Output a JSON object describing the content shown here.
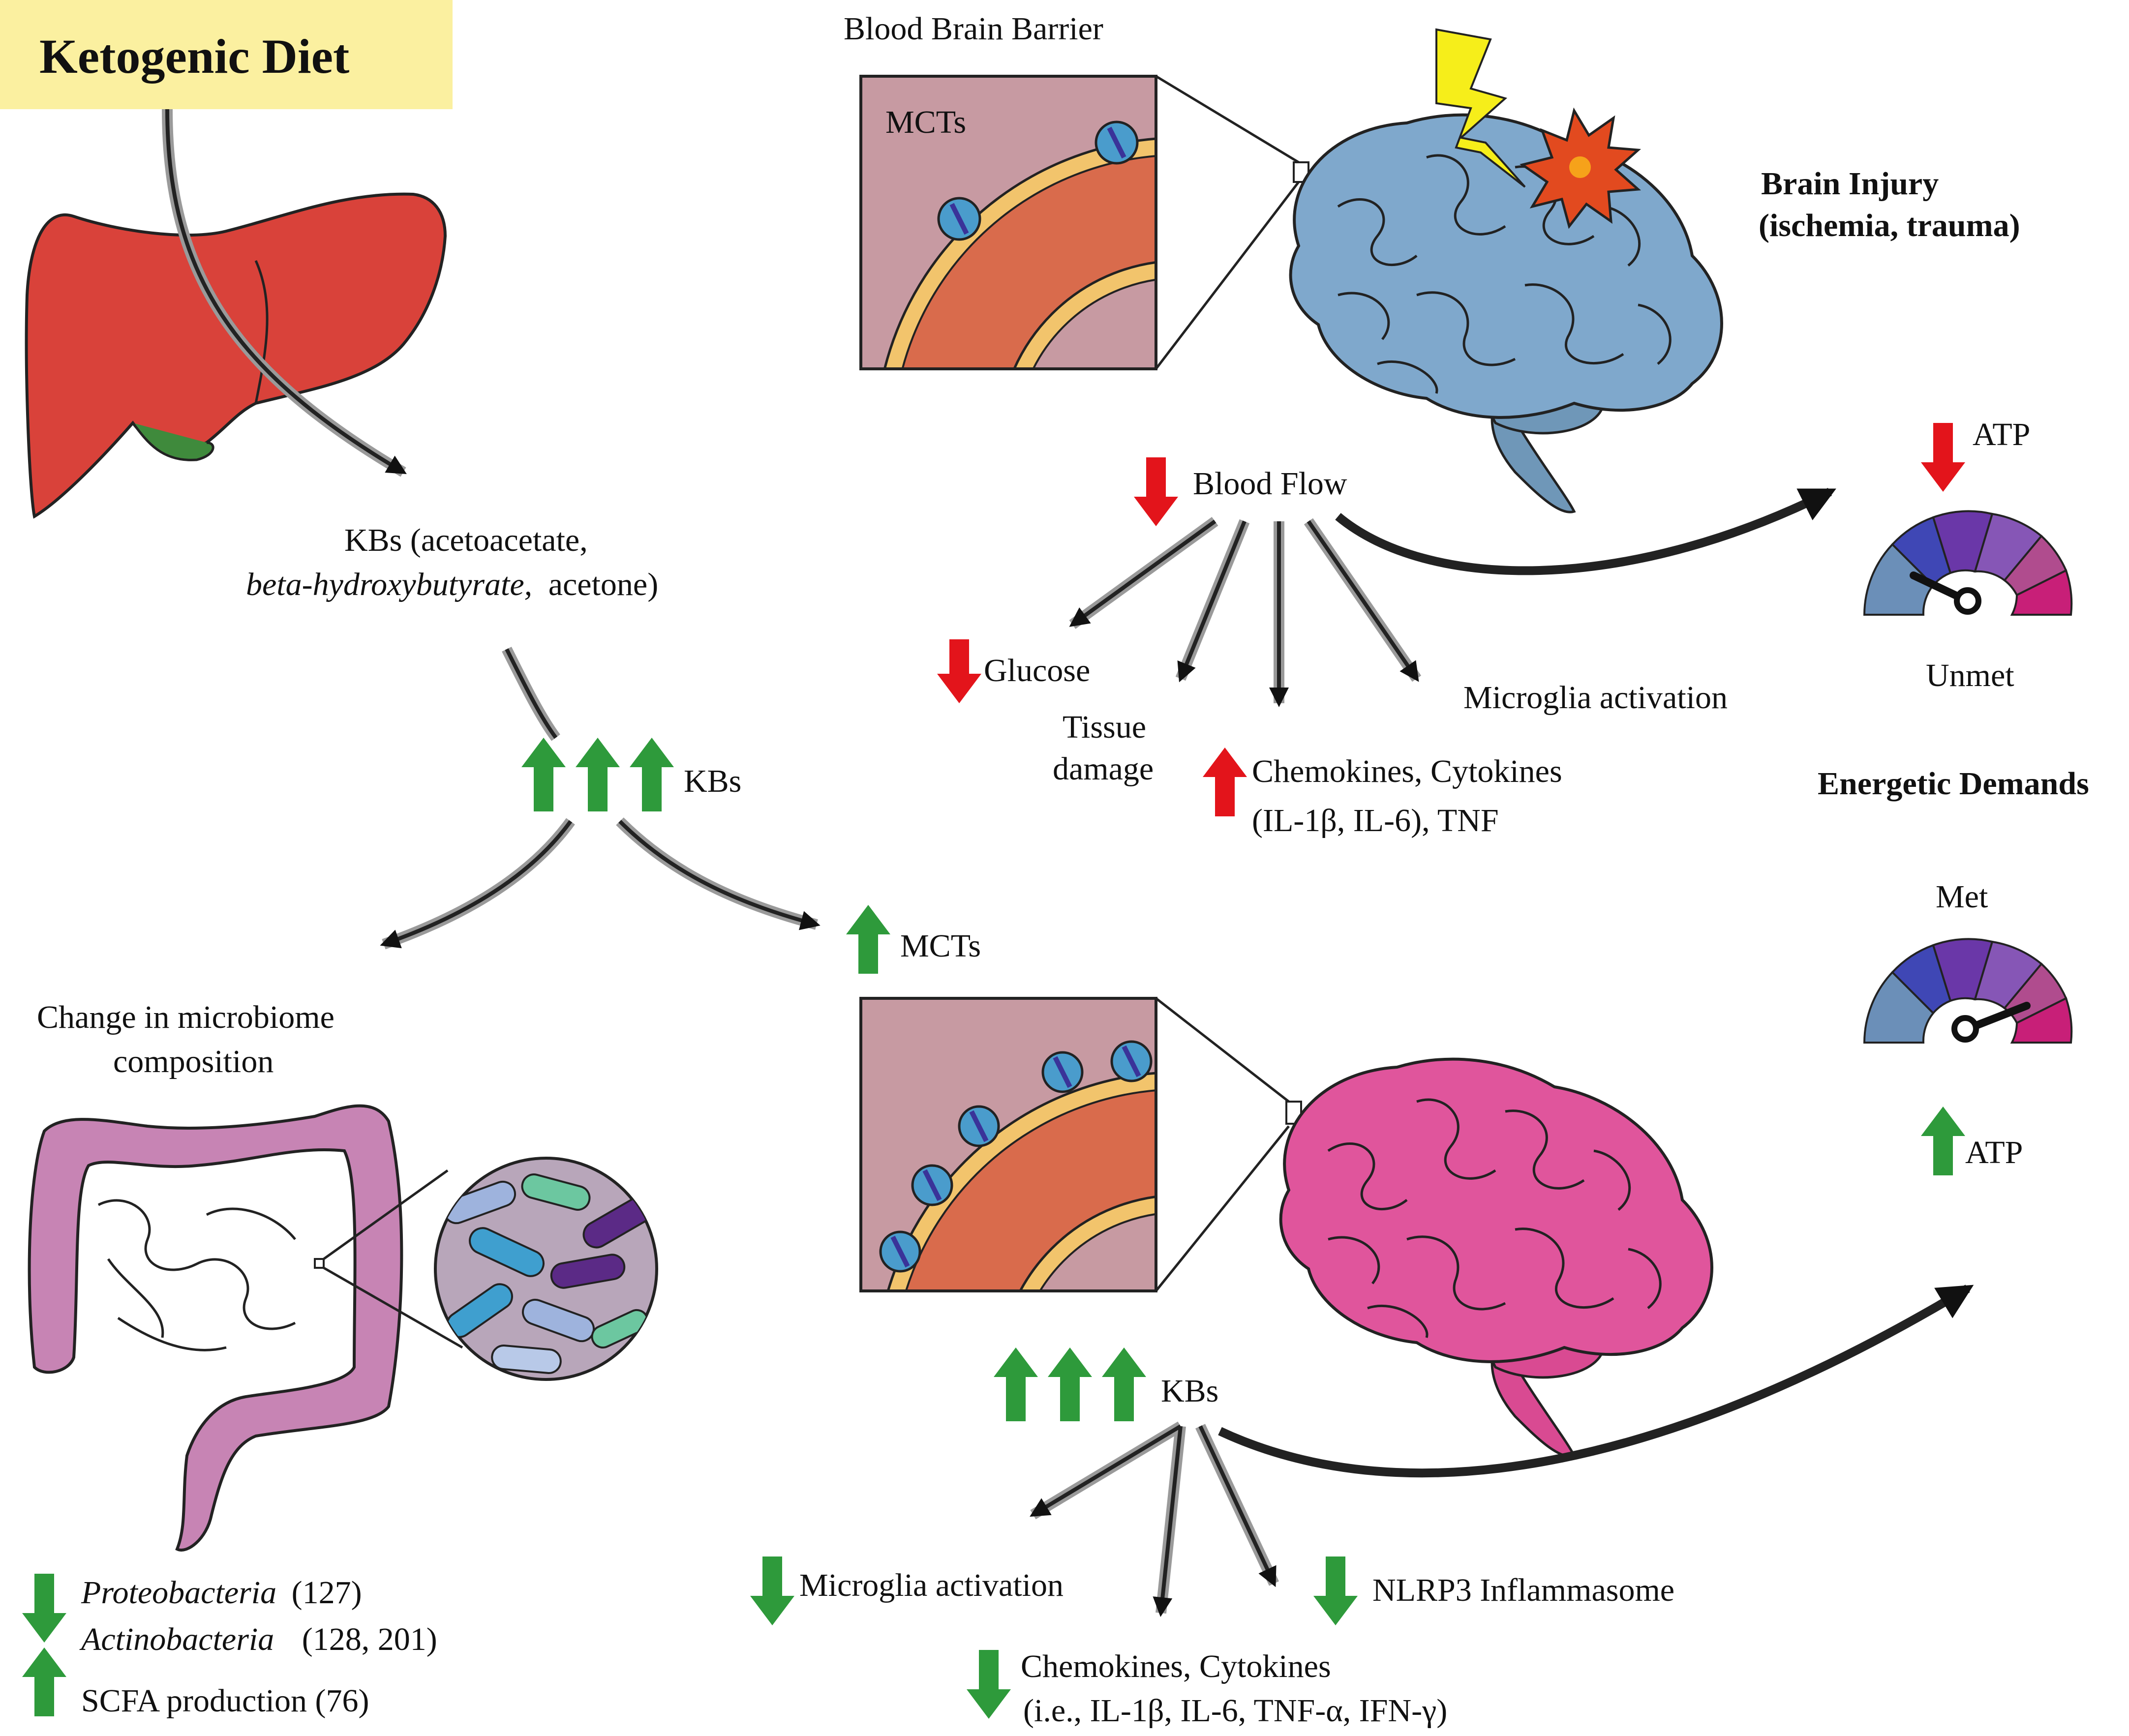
{
  "title": "Ketogenic Diet",
  "liver_output": {
    "line1": "KBs (acetoacetate,",
    "line2_italic": "beta-hydroxybutyrate,",
    "line2_rest": "acetone)"
  },
  "kbs_center": "KBs",
  "top": {
    "bbb_title": "Blood Brain Barrier",
    "mcts_label": "MCTs",
    "injury_line1": "Brain Injury",
    "injury_line2": "(ischemia, trauma)",
    "blood_flow": "Blood Flow",
    "glucose": "Glucose",
    "tissue_damage_1": "Tissue",
    "tissue_damage_2": "damage",
    "microglia": "Microglia activation",
    "chemokines_1": "Chemokines, Cytokines",
    "chemokines_2": "(IL-1β, IL-6), TNF"
  },
  "energy": {
    "atp_top": "ATP",
    "unmet": "Unmet",
    "energetic_demands": "Energetic Demands",
    "met": "Met",
    "atp_bottom": "ATP"
  },
  "microbiome": {
    "title_1": "Change in microbiome",
    "title_2": "composition",
    "proteo": "Proteobacteria",
    "proteo_ref": "(127)",
    "actino": "Actinobacteria",
    "actino_ref": "(128, 201)",
    "scfa": "SCFA production (76)"
  },
  "bottom": {
    "mcts_up": "MCTs",
    "kbs": "KBs",
    "microglia": "Microglia activation",
    "nlrp3": "NLRP3 Inflammasome",
    "chemokines_1": "Chemokines, Cytokines",
    "chemokines_2": "(i.e., IL-1β, IL-6, TNF-α, IFN-γ)"
  },
  "colors": {
    "title_bg": "#fbf0a0",
    "liver": "#d9423a",
    "brain_injured": "#7fa8cc",
    "brain_healthy": "#e0559c",
    "vessel_bg": "#c79aa2",
    "vessel_blood": "#d96b4c",
    "vessel_wall": "#f2c46c",
    "transporter": "#4a9ccc",
    "up_arrow": "#2e9a3b",
    "down_red": "#e3141b",
    "down_green": "#2e9a3b",
    "intestine": "#c784b4",
    "bolt": "#f6ee1a",
    "gauge": [
      "#6b8fb8",
      "#3f47b5",
      "#6a37a8",
      "#8656b6",
      "#b04c8e",
      "#c81f78"
    ]
  },
  "icons": [
    "liver-icon",
    "brain-injured-icon",
    "brain-healthy-icon",
    "lightning-icon",
    "explosion-icon",
    "intestine-icon",
    "bacteria-icon",
    "gauge-icon",
    "vessel-icon"
  ]
}
